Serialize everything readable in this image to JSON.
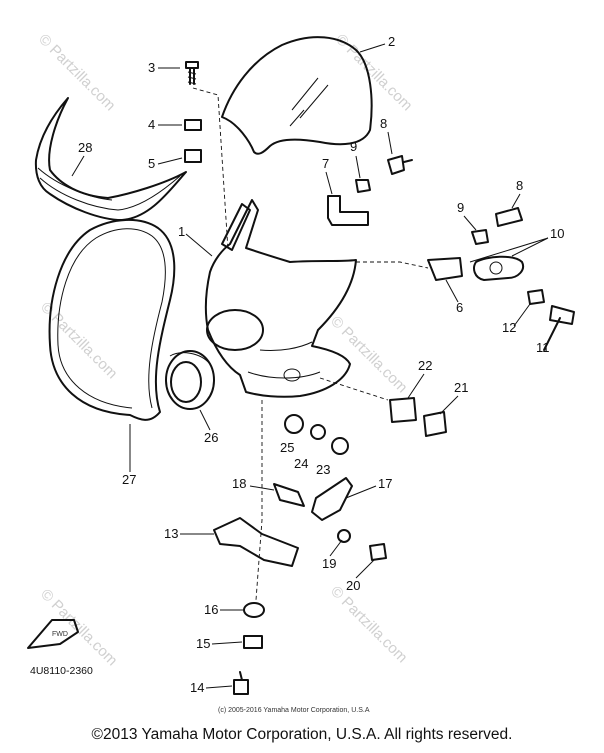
{
  "diagram": {
    "part_number": "4U8110-2360",
    "fwd_label": "FWD",
    "inner_copyright": "(c) 2005-2016 Yamaha Motor Corporation, U.S.A",
    "watermark": "© Partzilla.com",
    "callouts": [
      "1",
      "2",
      "3",
      "4",
      "5",
      "6",
      "7",
      "8",
      "8",
      "9",
      "9",
      "10",
      "11",
      "12",
      "13",
      "14",
      "15",
      "16",
      "17",
      "18",
      "19",
      "20",
      "21",
      "22",
      "23",
      "24",
      "25",
      "26",
      "27",
      "28"
    ]
  },
  "footer": {
    "copyright": "©2013 Yamaha Motor Corporation, U.S.A. All rights reserved."
  }
}
